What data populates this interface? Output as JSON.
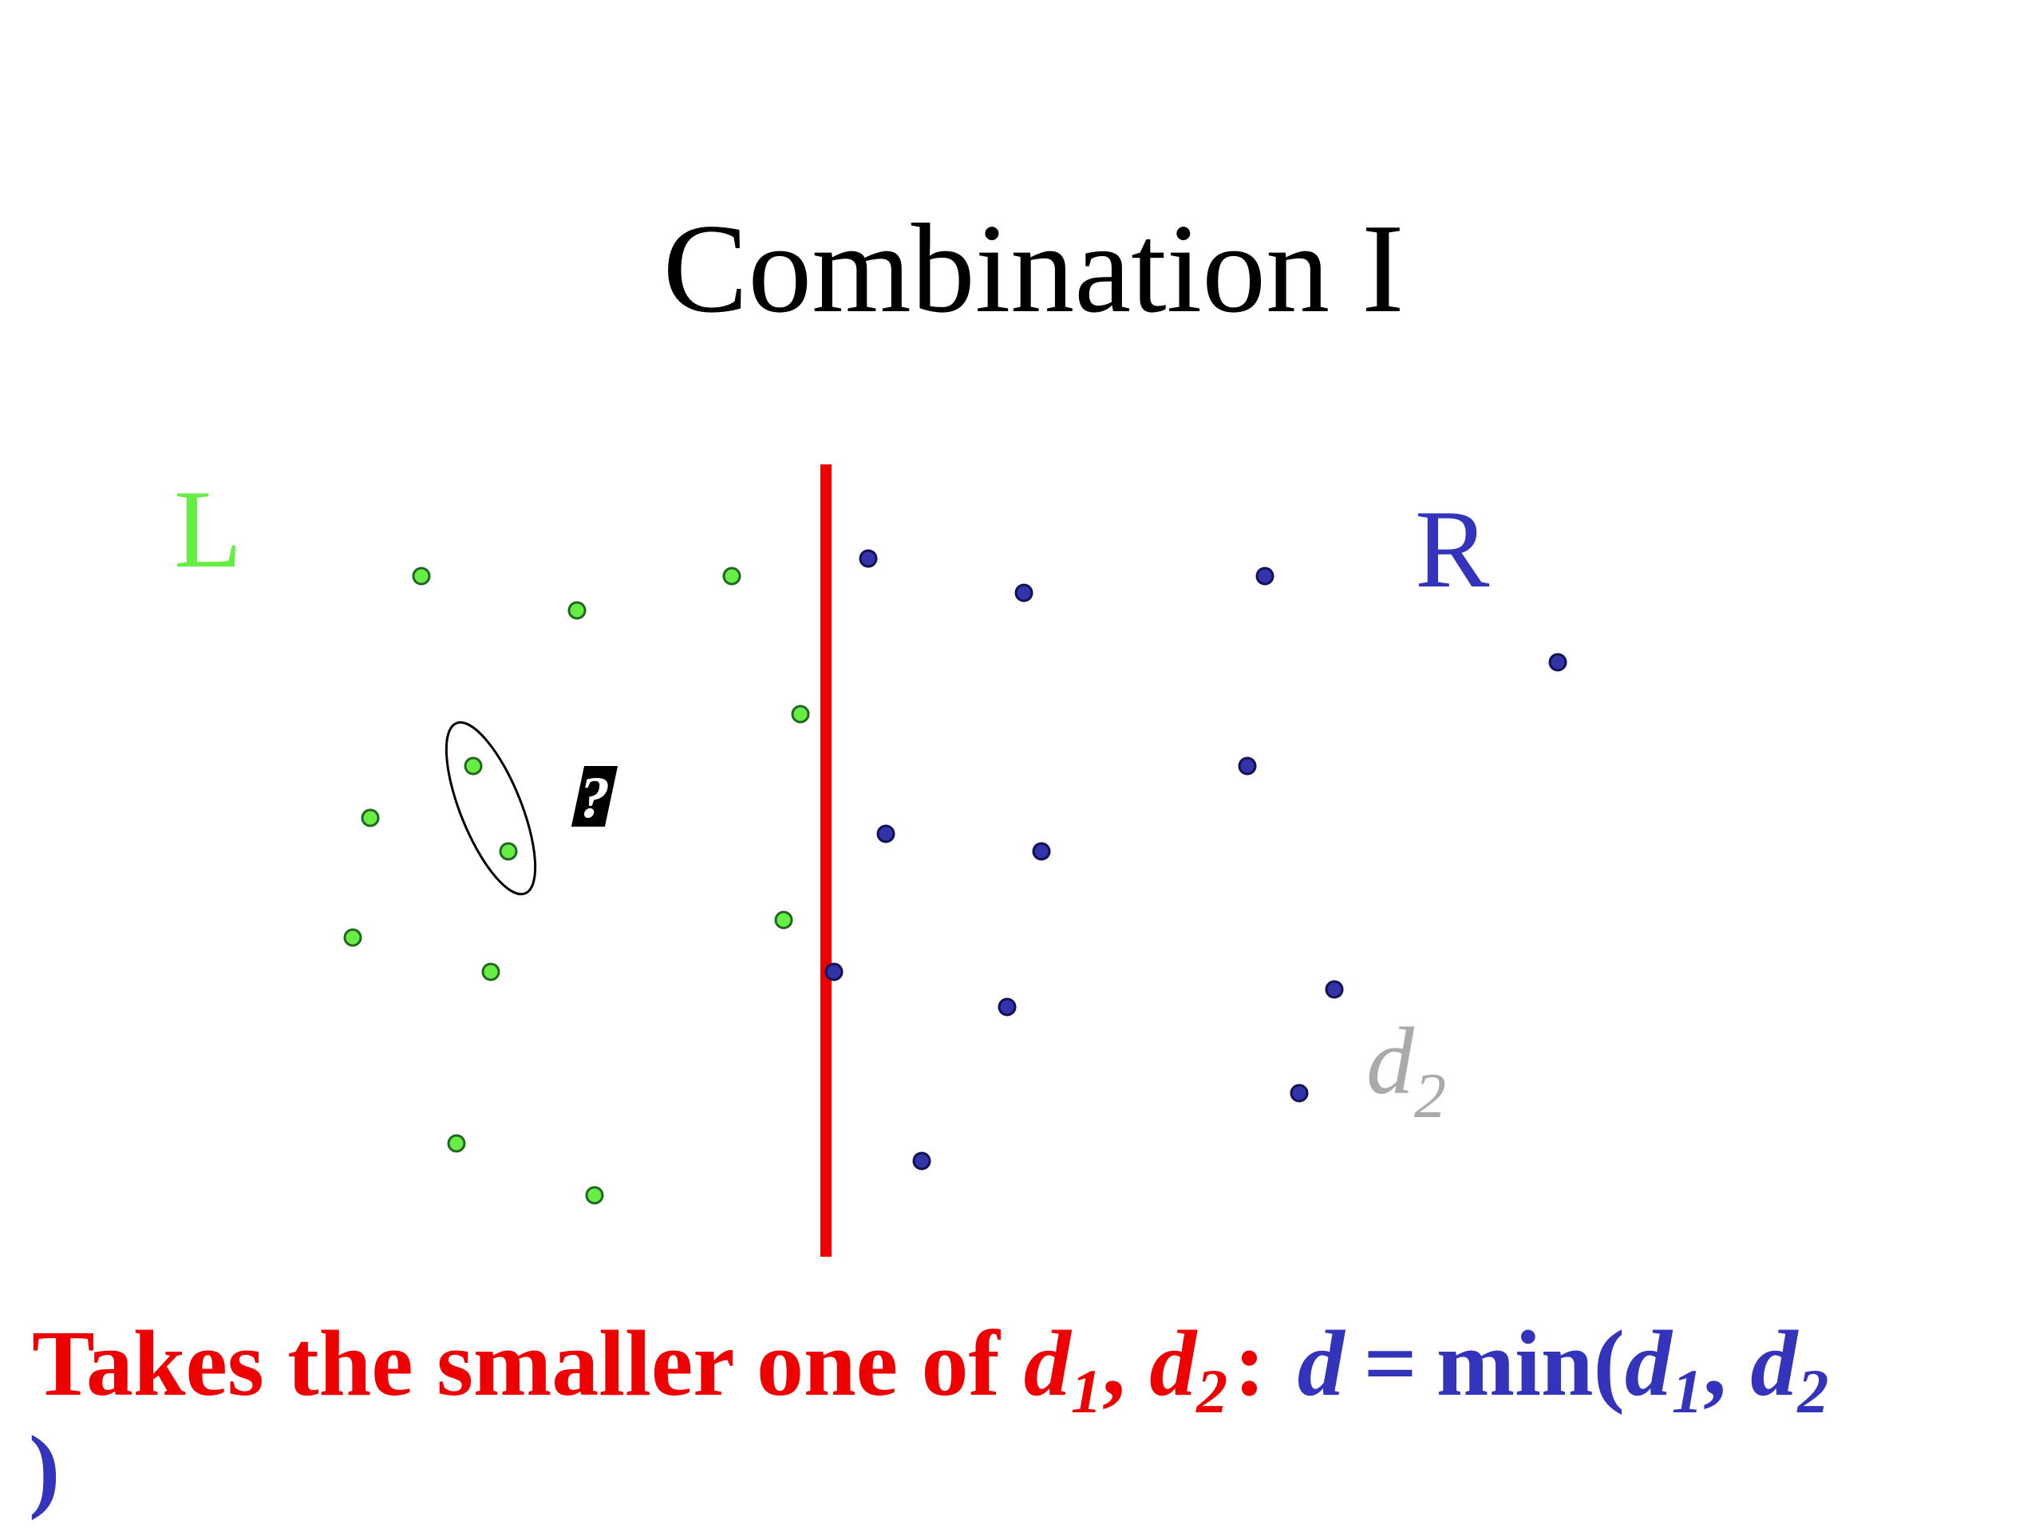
{
  "title": "Combination I",
  "labels": {
    "left": "L",
    "right": "R",
    "question_mark": "?",
    "d2": {
      "base": "d",
      "sub": "2"
    }
  },
  "caption": {
    "prefix": "Takes the smaller one of",
    "d1_base": "d",
    "d1_sub": "1",
    "comma1": ",",
    "d2_base": "d",
    "d2_sub": "2",
    "colon": ":",
    "formula_d": "d",
    "formula_eq": "=",
    "formula_min": "min(",
    "formula_d1_base": "d",
    "formula_d1_sub": "1",
    "formula_comma": ",",
    "formula_d2_base": "d",
    "formula_d2_sub": "2",
    "closing_paren": ")"
  },
  "colors": {
    "left_points": "#66ee44",
    "right_points": "#3333aa",
    "divider": "#ee0000",
    "caption_red": "#ee0000",
    "caption_blue": "#3333bb",
    "label_left": "#66ee44",
    "label_right": "#3333bb",
    "d2_label": "#aaaaaa",
    "title": "#000000"
  }
}
